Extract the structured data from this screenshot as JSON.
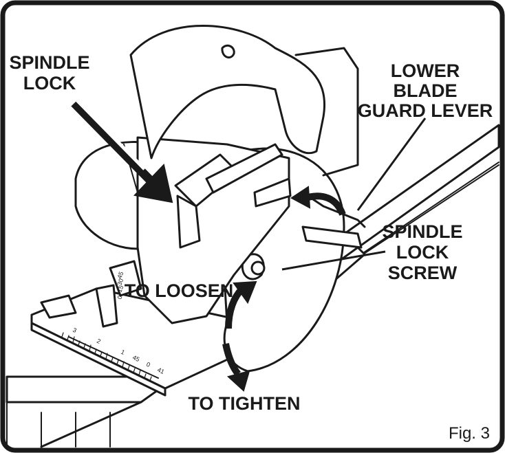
{
  "labels": {
    "spindle_lock": [
      "SPINDLE",
      "LOCK"
    ],
    "lower_blade_guard_lever": [
      "LOWER",
      "BLADE",
      "GUARD LEVER"
    ],
    "spindle_lock_screw": [
      "SPINDLE",
      "LOCK",
      "SCREW"
    ],
    "to_loosen": "TO LOOSEN",
    "to_tighten": "TO TIGHTEN"
  },
  "figure_label": "Fig. 3",
  "bevel_scale": [
    "45",
    "30",
    "15",
    "0"
  ],
  "base_scale": [
    "3",
    "2",
    "1",
    "45",
    "0",
    "41"
  ],
  "icons": [
    "callout-arrow-icon",
    "curved-arrow-icon",
    "hex-key-icon"
  ]
}
